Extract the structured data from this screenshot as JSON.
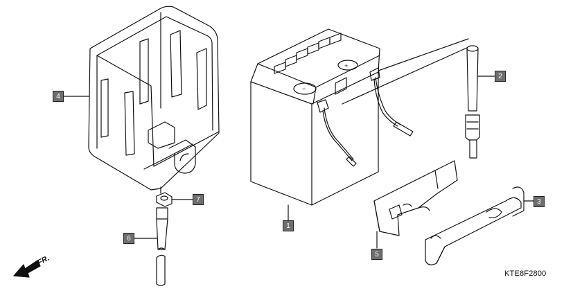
{
  "diagram": {
    "code": "KTE8F2800",
    "front_label": "FR.",
    "callouts": {
      "c1": "1",
      "c2": "2",
      "c3": "3",
      "c4": "4",
      "c5": "5",
      "c6": "6",
      "c7": "7"
    }
  },
  "colors": {
    "line": "#111111",
    "callout_fill": "#6e6e6e",
    "callout_text": "#ffffff"
  }
}
